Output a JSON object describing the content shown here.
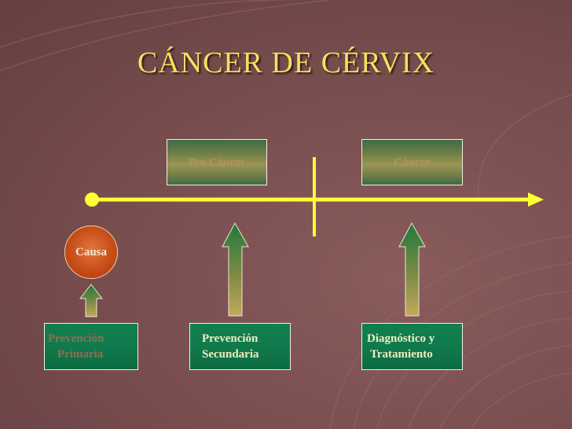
{
  "slide": {
    "title": "CÁNCER DE CÉRVIX",
    "top_boxes": {
      "pre_cancer": "Pre Cáncer",
      "cancer": "Cáncer"
    },
    "causa": "Causa",
    "bottom_boxes": {
      "primaria_line1": "Prevención",
      "primaria_line2": "Primaria",
      "secundaria_line1": "Prevención",
      "secundaria_line2": "Secundaria",
      "diagnostico_line1": "Diagnóstico y",
      "diagnostico_line2": "Tratamiento"
    }
  },
  "colors": {
    "timeline": "#ffff33",
    "title": "#f2e25c",
    "box_green": "#117a4d",
    "causa": "#c44a16"
  }
}
